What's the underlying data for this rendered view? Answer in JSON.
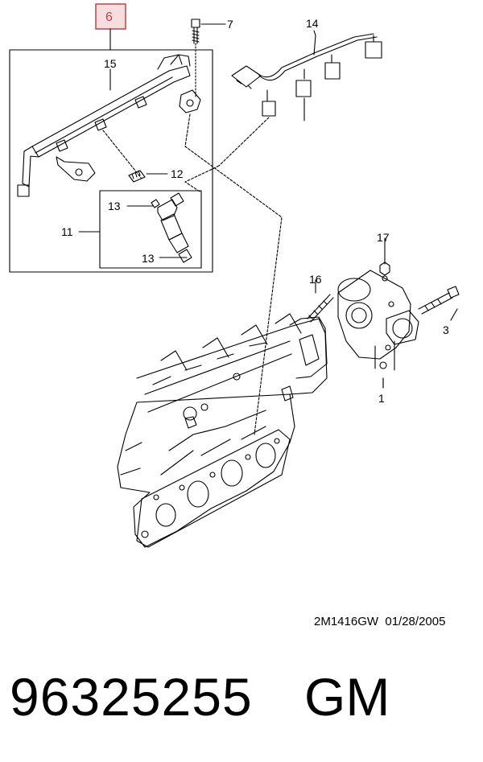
{
  "callouts": {
    "c6": "6",
    "c7": "7",
    "c14": "14",
    "c15": "15",
    "c12": "12",
    "c13a": "13",
    "c11": "11",
    "c13b": "13",
    "c17": "17",
    "c16": "16",
    "c3": "3",
    "c1": "1"
  },
  "highlight_color": "#c0404a",
  "reference": "2M1416GW  01/28/2005",
  "part_number": "96325255",
  "brand": "GM"
}
